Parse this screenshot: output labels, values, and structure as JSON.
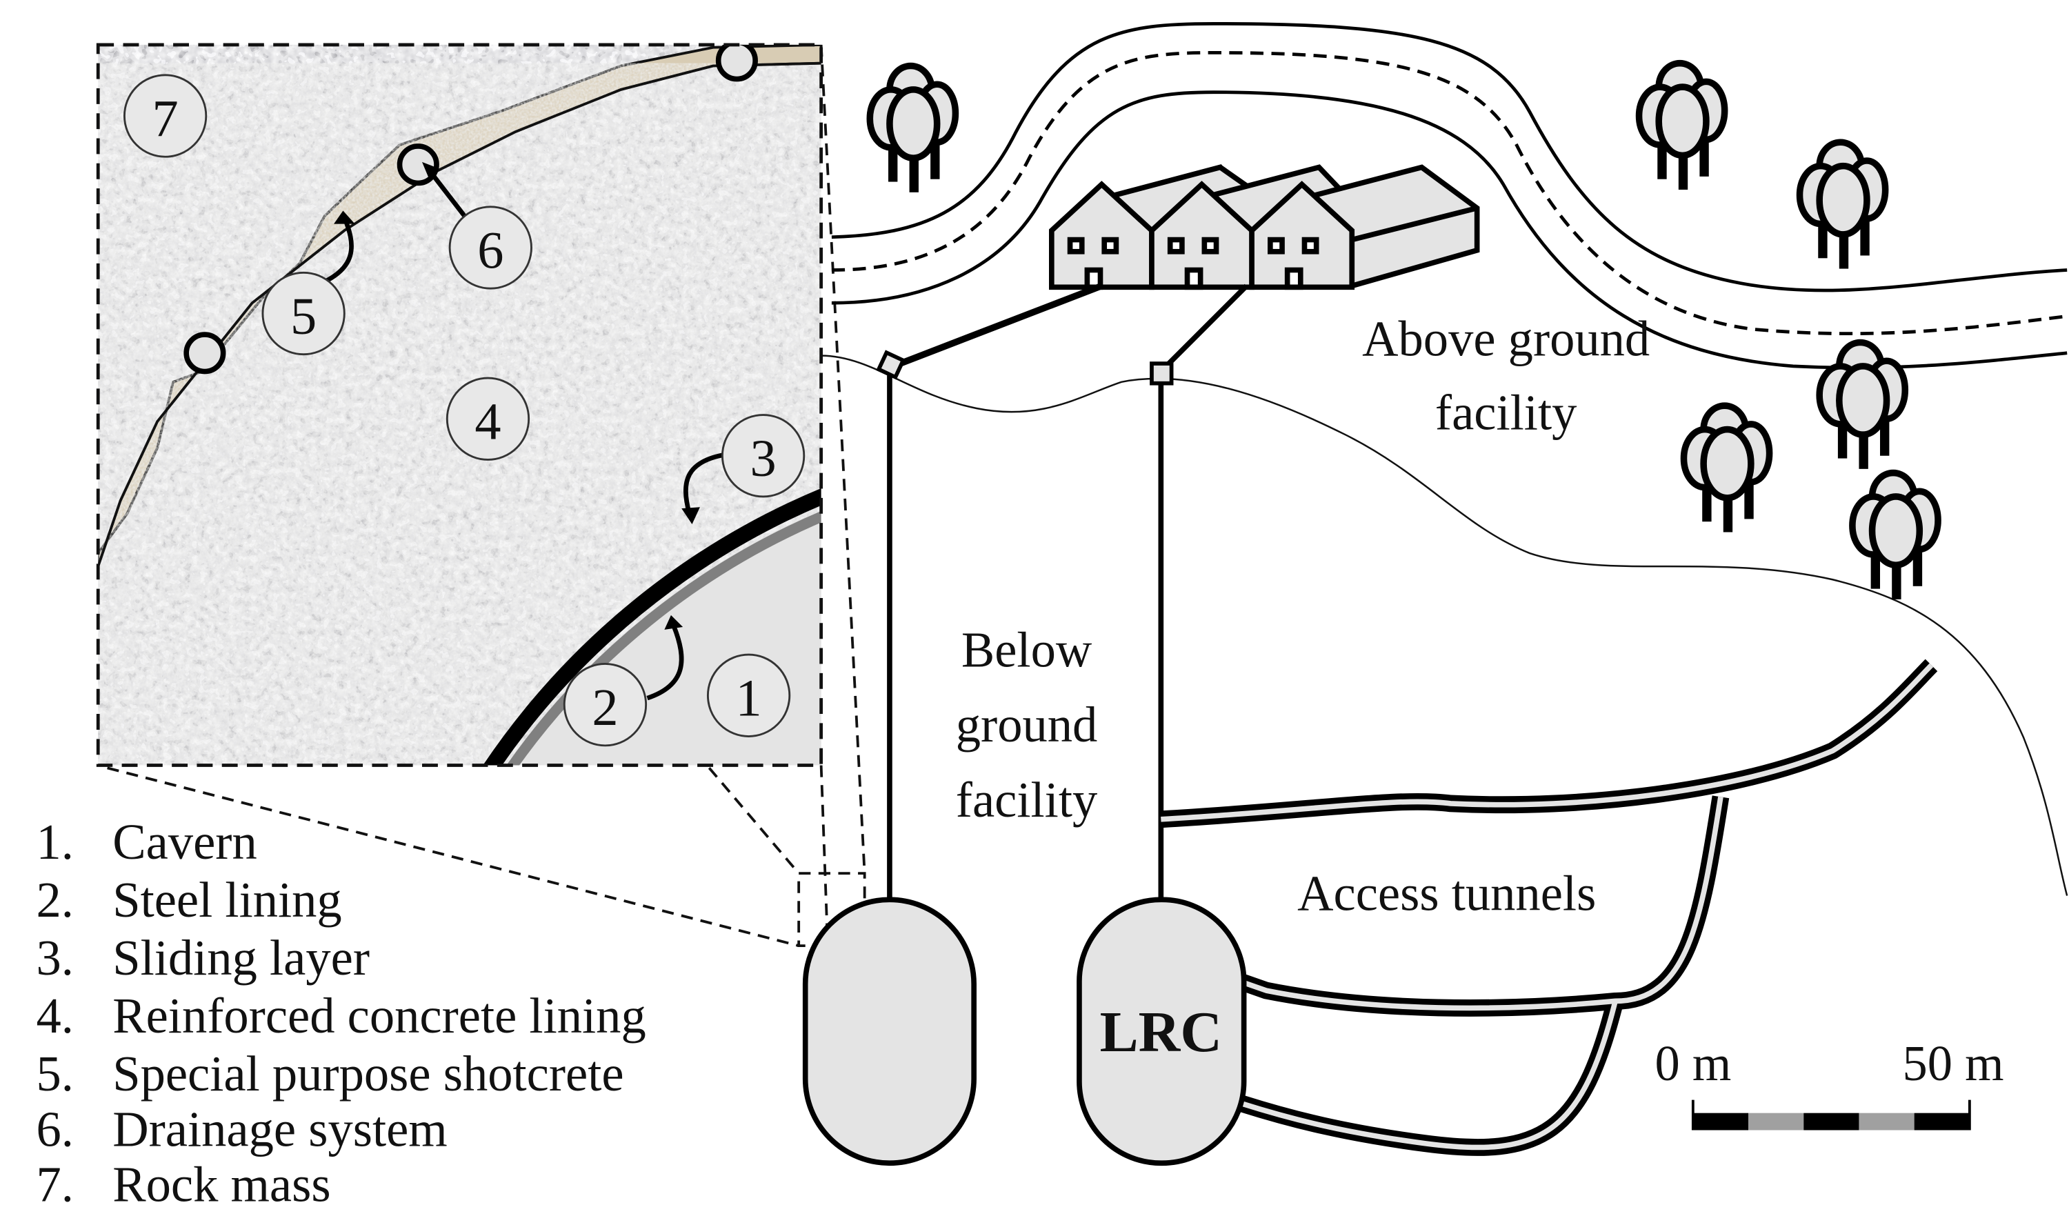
{
  "labels": {
    "above_ground_1": "Above ground",
    "above_ground_2": "facility",
    "below_ground_1": "Below",
    "below_ground_2": "ground",
    "below_ground_3": "facility",
    "access_tunnels": "Access tunnels",
    "lrc": "LRC"
  },
  "scale_bar": {
    "start_label": "0 m",
    "end_label": "50 m",
    "segments": [
      "black",
      "gray",
      "black",
      "gray",
      "black"
    ]
  },
  "inset_markers": [
    "1",
    "2",
    "3",
    "4",
    "5",
    "6",
    "7"
  ],
  "legend": [
    {
      "num": "1.",
      "text": "Cavern"
    },
    {
      "num": "2.",
      "text": "Steel lining"
    },
    {
      "num": "3.",
      "text": "Sliding layer"
    },
    {
      "num": "4.",
      "text": "Reinforced concrete lining"
    },
    {
      "num": "5.",
      "text": "Special purpose shotcrete"
    },
    {
      "num": "6.",
      "text": "Drainage system"
    },
    {
      "num": "7.",
      "text": "Rock mass"
    }
  ],
  "colors": {
    "rock": "#5a5d63",
    "concrete": "#d9d9d6",
    "shotcrete": "#d8ccb4",
    "fill_light": "#e4e4e4",
    "sliding": "#808080"
  }
}
